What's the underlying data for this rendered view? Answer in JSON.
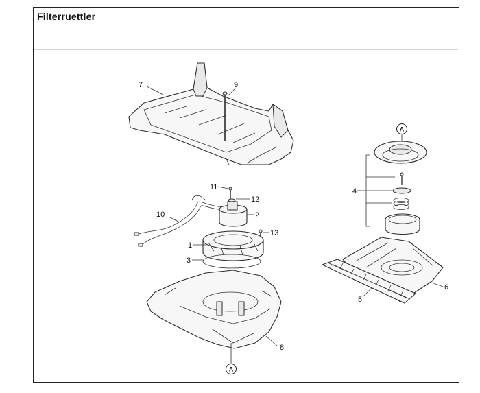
{
  "title": "Filterruettler",
  "callouts": {
    "c1": "1",
    "c2": "2",
    "c3": "3",
    "c4": "4",
    "c5": "5",
    "c6": "6",
    "c7": "7",
    "c8": "8",
    "c9": "9",
    "c10": "10",
    "c11": "11",
    "c12": "12",
    "c13": "13"
  },
  "marker_label": "A",
  "colors": {
    "line": "#2b2b2b",
    "frame": "#222222",
    "background": "#ffffff"
  }
}
